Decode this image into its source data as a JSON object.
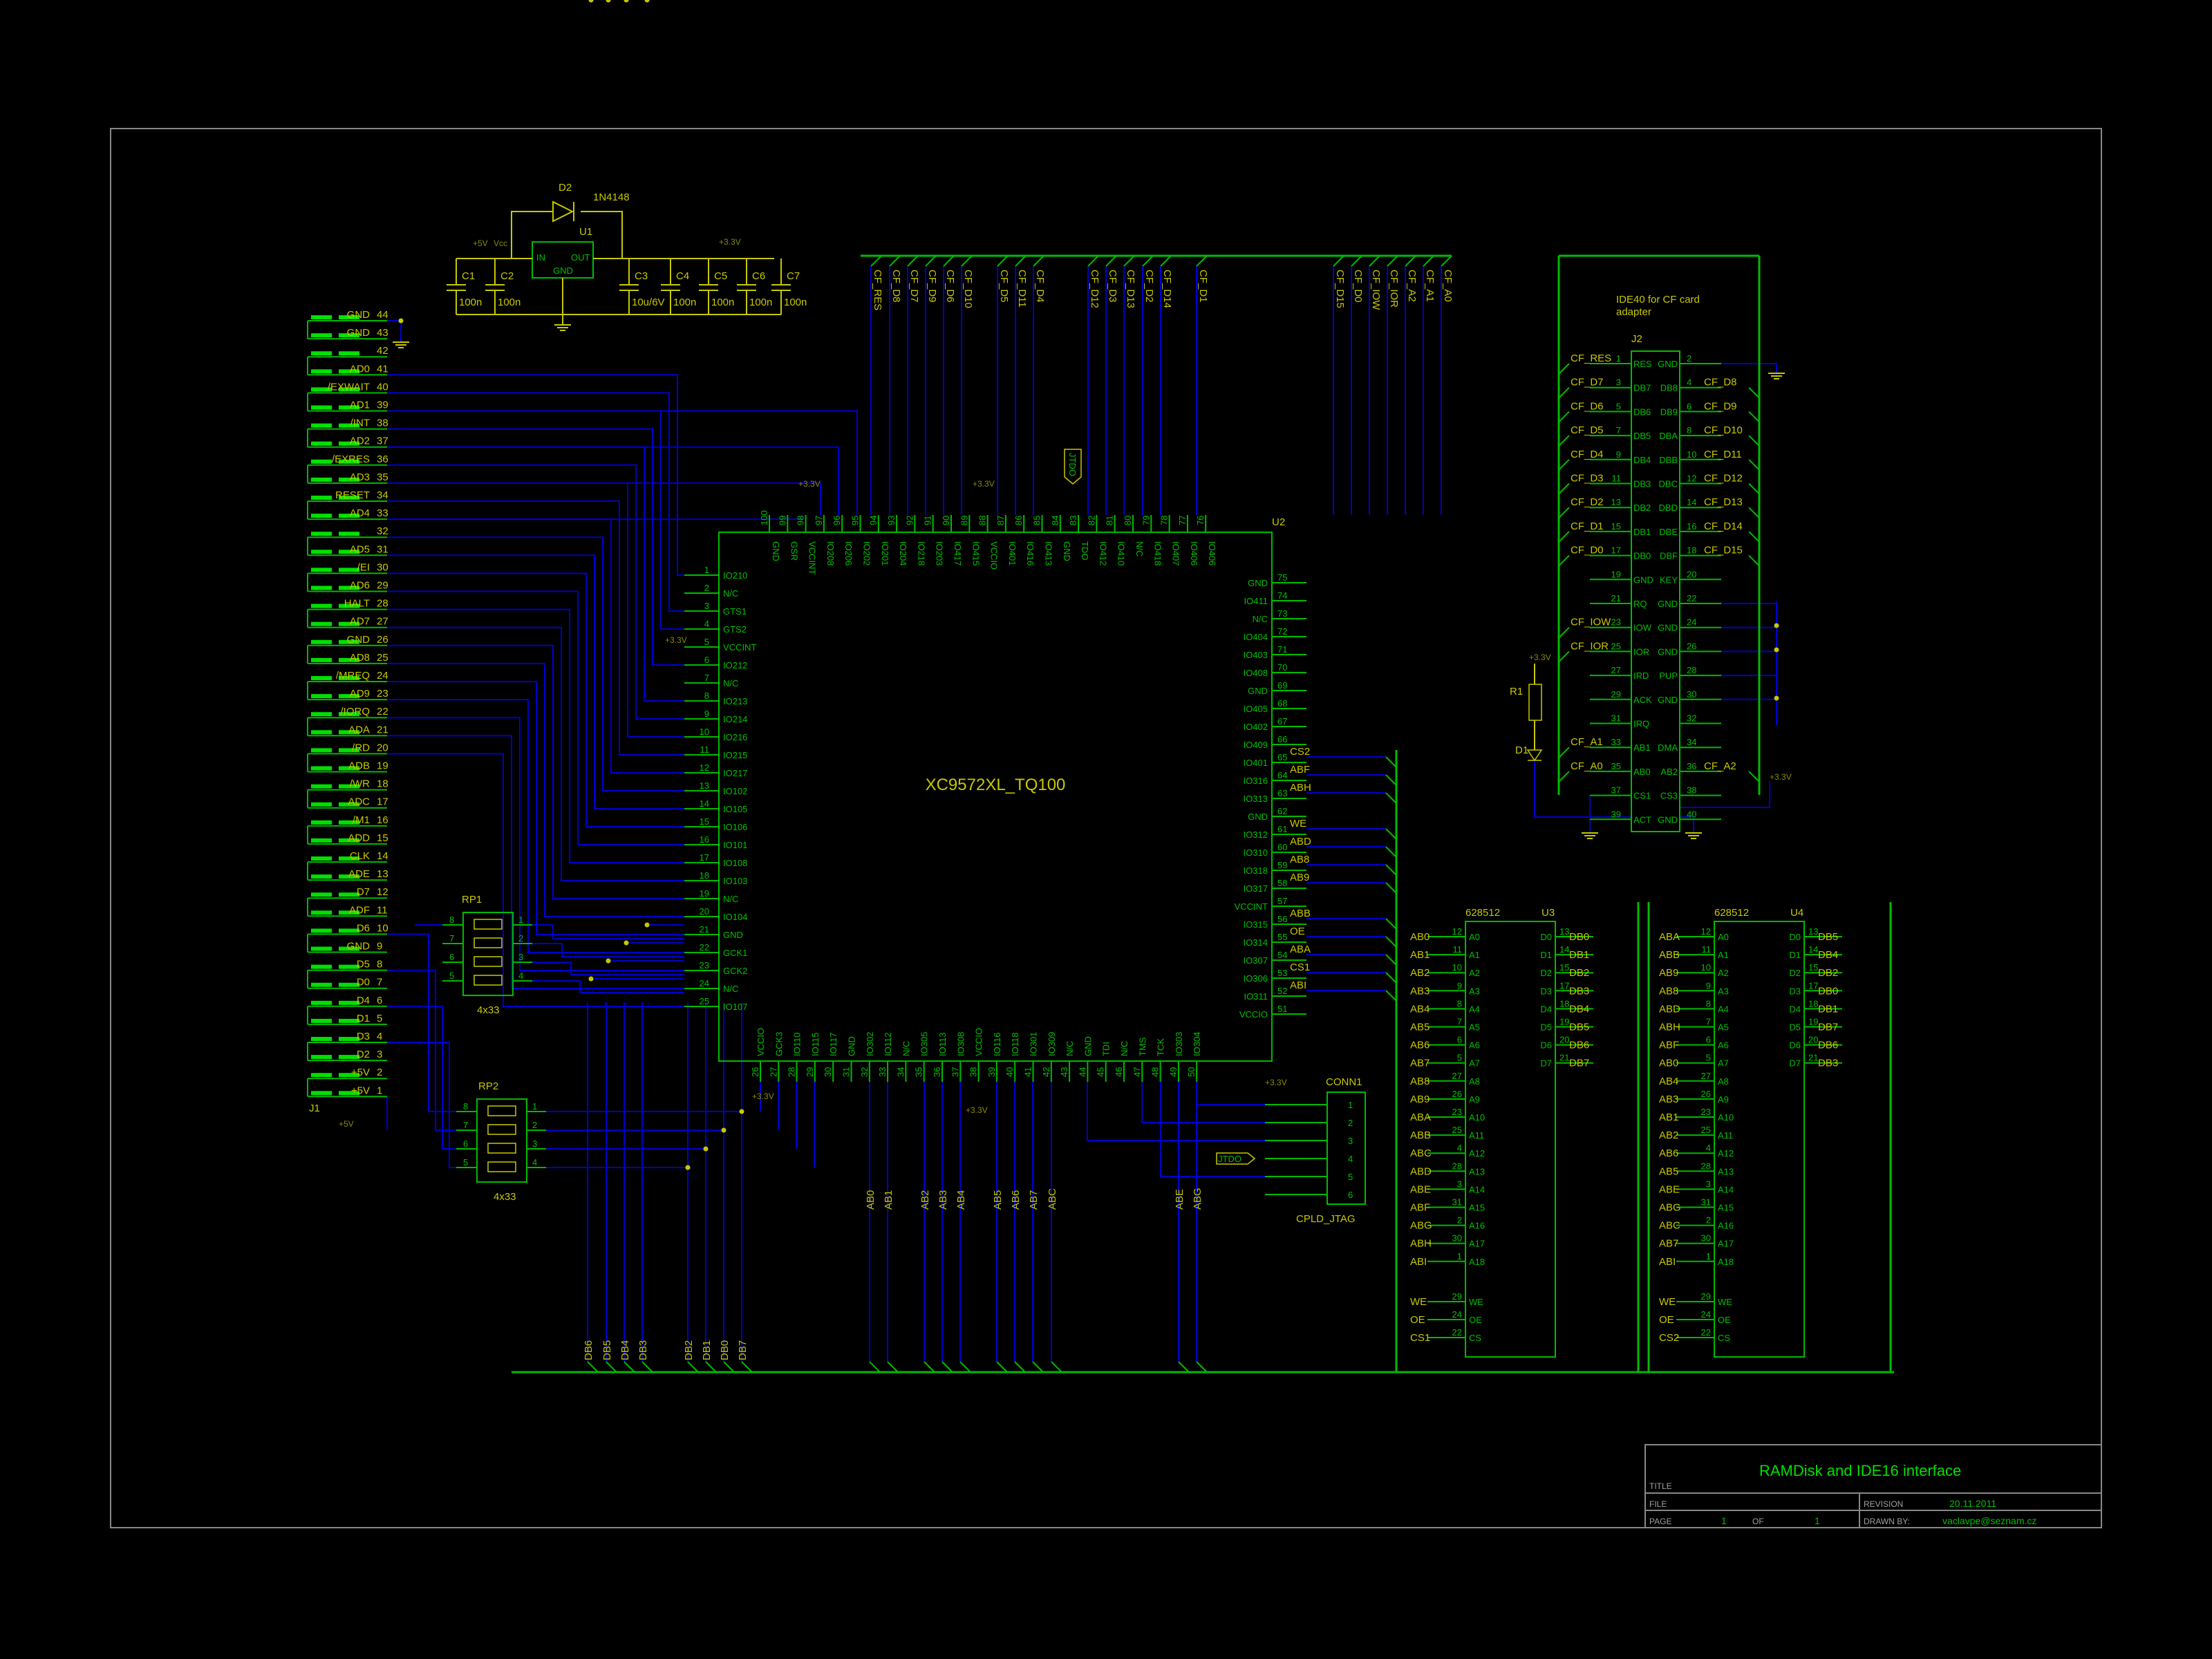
{
  "colors": {
    "wire": "#0000cc",
    "body": "#00bb00",
    "text": "#c8c800",
    "pin_text": "#00c000",
    "background": "#000000"
  },
  "u2": {
    "ref": "U2",
    "part": "XC9572XL_TQ100",
    "left": [
      [
        "1",
        "IO210"
      ],
      [
        "2",
        "N/C"
      ],
      [
        "3",
        "GTS1"
      ],
      [
        "4",
        "GTS2"
      ],
      [
        "5",
        "VCCINT"
      ],
      [
        "6",
        "IO212"
      ],
      [
        "7",
        "N/C"
      ],
      [
        "8",
        "IO213"
      ],
      [
        "9",
        "IO214"
      ],
      [
        "10",
        "IO216"
      ],
      [
        "11",
        "IO215"
      ],
      [
        "12",
        "IO217"
      ],
      [
        "13",
        "IO102"
      ],
      [
        "14",
        "IO105"
      ],
      [
        "15",
        "IO106"
      ],
      [
        "16",
        "IO101"
      ],
      [
        "17",
        "IO108"
      ],
      [
        "18",
        "IO103"
      ],
      [
        "19",
        "N/C"
      ],
      [
        "20",
        "IO104"
      ],
      [
        "21",
        "GND"
      ],
      [
        "22",
        "GCK1"
      ],
      [
        "23",
        "GCK2"
      ],
      [
        "24",
        "N/C"
      ],
      [
        "25",
        "IO107"
      ]
    ],
    "right": [
      [
        "75",
        "GND"
      ],
      [
        "74",
        "IO411"
      ],
      [
        "73",
        "N/C"
      ],
      [
        "72",
        "IO404"
      ],
      [
        "71",
        "IO403"
      ],
      [
        "70",
        "IO408"
      ],
      [
        "69",
        "GND"
      ],
      [
        "68",
        "IO405"
      ],
      [
        "67",
        "IO402"
      ],
      [
        "66",
        "IO409"
      ],
      [
        "65",
        "IO401"
      ],
      [
        "64",
        "IO316"
      ],
      [
        "63",
        "IO313"
      ],
      [
        "62",
        "GND"
      ],
      [
        "61",
        "IO312"
      ],
      [
        "60",
        "IO310"
      ],
      [
        "59",
        "IO318"
      ],
      [
        "58",
        "IO317"
      ],
      [
        "57",
        "VCCINT"
      ],
      [
        "56",
        "IO315"
      ],
      [
        "55",
        "IO314"
      ],
      [
        "54",
        "IO307"
      ],
      [
        "53",
        "IO306"
      ],
      [
        "52",
        "IO311"
      ],
      [
        "51",
        "VCCIO"
      ]
    ],
    "top": [
      [
        "100",
        "GND"
      ],
      [
        "99",
        "GSR"
      ],
      [
        "98",
        "VCCINT"
      ],
      [
        "97",
        "IO208"
      ],
      [
        "96",
        "IO206"
      ],
      [
        "95",
        "IO202"
      ],
      [
        "94",
        "IO201"
      ],
      [
        "93",
        "IO204"
      ],
      [
        "92",
        "IO218"
      ],
      [
        "91",
        "IO203"
      ],
      [
        "90",
        "IO417"
      ],
      [
        "89",
        "IO415"
      ],
      [
        "88",
        "VCCIO"
      ],
      [
        "87",
        "IO401"
      ],
      [
        "86",
        "IO416"
      ],
      [
        "85",
        "IO413"
      ],
      [
        "84",
        "GND"
      ],
      [
        "83",
        "TDO"
      ],
      [
        "82",
        "IO412"
      ],
      [
        "81",
        "IO410"
      ],
      [
        "80",
        "N/C"
      ],
      [
        "79",
        "IO418"
      ],
      [
        "78",
        "IO407"
      ],
      [
        "77",
        "IO406"
      ],
      [
        "76",
        "IO406"
      ]
    ],
    "bottom": [
      [
        "26",
        "VCCIO"
      ],
      [
        "27",
        "GCK3"
      ],
      [
        "28",
        "IO110"
      ],
      [
        "29",
        "IO115"
      ],
      [
        "30",
        "IO117"
      ],
      [
        "31",
        "GND"
      ],
      [
        "32",
        "IO302"
      ],
      [
        "33",
        "IO112"
      ],
      [
        "34",
        "N/C"
      ],
      [
        "35",
        "IO305"
      ],
      [
        "36",
        "IO113"
      ],
      [
        "37",
        "IO308"
      ],
      [
        "38",
        "VCCIO"
      ],
      [
        "39",
        "IO116"
      ],
      [
        "40",
        "IO118"
      ],
      [
        "41",
        "IO301"
      ],
      [
        "42",
        "IO309"
      ],
      [
        "43",
        "N/C"
      ],
      [
        "44",
        "GND"
      ],
      [
        "45",
        "TDI"
      ],
      [
        "46",
        "N/C"
      ],
      [
        "47",
        "TMS"
      ],
      [
        "48",
        "TCK"
      ],
      [
        "49",
        "IO303"
      ],
      [
        "50",
        "IO304"
      ]
    ]
  },
  "top_signals": [
    "CF_RES",
    "CF_D8",
    "CF_D7",
    "CF_D9",
    "CF_D6",
    "CF_D10",
    "CF_D5",
    "CF_D11",
    "CF_D4",
    "CF_D12",
    "CF_D3",
    "CF_D13",
    "CF_D2",
    "CF_D14",
    "CF_D1",
    "CF_D15",
    "CF_D0",
    "CF_IOW",
    "CF_IOR",
    "CF_A2",
    "CF_A1",
    "CF_A0"
  ],
  "right_signals": [
    "CS2",
    "ABF",
    "ABH",
    "WE",
    "ABD",
    "AB8",
    "AB9",
    "ABB",
    "OE",
    "ABA",
    "CS1",
    "ABI"
  ],
  "bottom_signals": [
    "AB0",
    "AB1",
    "AB2",
    "AB3",
    "AB4",
    "AB5",
    "AB6",
    "AB7",
    "ABC",
    "ABE",
    "ABG"
  ],
  "db_signals": [
    "DB6",
    "DB5",
    "DB4",
    "DB3",
    "DB2",
    "DB1",
    "DB0",
    "DB7"
  ],
  "j1": {
    "ref": "J1",
    "pins": [
      [
        "GND",
        "44"
      ],
      [
        "GND",
        "43"
      ],
      [
        "",
        "42"
      ],
      [
        "AD0",
        "41"
      ],
      [
        "/EXWAIT",
        "40"
      ],
      [
        "AD1",
        "39"
      ],
      [
        "/INT",
        "38"
      ],
      [
        "AD2",
        "37"
      ],
      [
        "/EXRES",
        "36"
      ],
      [
        "AD3",
        "35"
      ],
      [
        "RESET",
        "34"
      ],
      [
        "AD4",
        "33"
      ],
      [
        "",
        "32"
      ],
      [
        "AD5",
        "31"
      ],
      [
        "/EI",
        "30"
      ],
      [
        "AD6",
        "29"
      ],
      [
        "HALT",
        "28"
      ],
      [
        "AD7",
        "27"
      ],
      [
        "GND",
        "26"
      ],
      [
        "AD8",
        "25"
      ],
      [
        "/MREQ",
        "24"
      ],
      [
        "AD9",
        "23"
      ],
      [
        "/IORQ",
        "22"
      ],
      [
        "ADA",
        "21"
      ],
      [
        "/RD",
        "20"
      ],
      [
        "ADB",
        "19"
      ],
      [
        "/WR",
        "18"
      ],
      [
        "ADC",
        "17"
      ],
      [
        "/M1",
        "16"
      ],
      [
        "ADD",
        "15"
      ],
      [
        "CLK",
        "14"
      ],
      [
        "ADE",
        "13"
      ],
      [
        "D7",
        "12"
      ],
      [
        "ADF",
        "11"
      ],
      [
        "D6",
        "10"
      ],
      [
        "GND",
        "9"
      ],
      [
        "D5",
        "8"
      ],
      [
        "D0",
        "7"
      ],
      [
        "D4",
        "6"
      ],
      [
        "D1",
        "5"
      ],
      [
        "D3",
        "4"
      ],
      [
        "D2",
        "3"
      ],
      [
        "+5V",
        "2"
      ],
      [
        "+5V",
        "1"
      ]
    ]
  },
  "power": {
    "u1": "U1",
    "u1_in": "IN",
    "u1_out": "OUT",
    "u1_gnd": "GND",
    "d2": "D2",
    "d2_val": "1N4148",
    "vcc_5v": "+5V",
    "vcc": "Vcc",
    "v33": "+3.3V",
    "caps": [
      [
        "C1",
        "100n"
      ],
      [
        "C2",
        "100n"
      ],
      [
        "C3",
        "10u/6V"
      ],
      [
        "C4",
        "100n"
      ],
      [
        "C5",
        "100n"
      ],
      [
        "C6",
        "100n"
      ],
      [
        "C7",
        "100n"
      ]
    ]
  },
  "rp1": {
    "ref": "RP1",
    "val": "4x33"
  },
  "rp2": {
    "ref": "RP2",
    "val": "4x33"
  },
  "conn1": {
    "ref": "CONN1",
    "name": "CPLD_JTAG",
    "pins": [
      "1",
      "2",
      "3",
      "4",
      "5",
      "6"
    ]
  },
  "jtdo": "JTDO",
  "v33": "+3.3V",
  "v5": "+5V",
  "j2": {
    "ref": "J2",
    "note1": "IDE40 for CF card",
    "note2": "adapter",
    "left_sig": [
      "CF_RES",
      "CF_D7",
      "CF_D6",
      "CF_D5",
      "CF_D4",
      "CF_D3",
      "CF_D2",
      "CF_D1",
      "CF_D0",
      "",
      "",
      "CF_IOW",
      "CF_IOR",
      "",
      "",
      "",
      "CF_A1",
      "CF_A0",
      "",
      ""
    ],
    "rows": [
      [
        "1",
        "RES",
        "GND",
        "2"
      ],
      [
        "3",
        "DB7",
        "DB8",
        "4"
      ],
      [
        "5",
        "DB6",
        "DB9",
        "6"
      ],
      [
        "7",
        "DB5",
        "DBA",
        "8"
      ],
      [
        "9",
        "DB4",
        "DBB",
        "10"
      ],
      [
        "11",
        "DB3",
        "DBC",
        "12"
      ],
      [
        "13",
        "DB2",
        "DBD",
        "14"
      ],
      [
        "15",
        "DB1",
        "DBE",
        "16"
      ],
      [
        "17",
        "DB0",
        "DBF",
        "18"
      ],
      [
        "19",
        "GND",
        "KEY",
        "20"
      ],
      [
        "21",
        "RQ",
        "GND",
        "22"
      ],
      [
        "23",
        "IOW",
        "GND",
        "24"
      ],
      [
        "25",
        "IOR",
        "GND",
        "26"
      ],
      [
        "27",
        "IRD",
        "PUP",
        "28"
      ],
      [
        "29",
        "ACK",
        "GND",
        "30"
      ],
      [
        "31",
        "IRQ",
        "",
        "32"
      ],
      [
        "33",
        "AB1",
        "DMA",
        "34"
      ],
      [
        "35",
        "AB0",
        "AB2",
        "36"
      ],
      [
        "37",
        "CS1",
        "CS3",
        "38"
      ],
      [
        "39",
        "ACT",
        "GND",
        "40"
      ]
    ],
    "right_sig": [
      "",
      "CF_D8",
      "CF_D9",
      "CF_D10",
      "CF_D11",
      "CF_D12",
      "CF_D13",
      "CF_D14",
      "CF_D15",
      "",
      "",
      "",
      "",
      "",
      "",
      "",
      "",
      "CF_A2",
      "",
      ""
    ],
    "r1": "R1",
    "d1": "D1"
  },
  "u3": {
    "ref": "U3",
    "part": "628512",
    "addr": [
      [
        "AB0",
        "12",
        "A0"
      ],
      [
        "AB1",
        "11",
        "A1"
      ],
      [
        "AB2",
        "10",
        "A2"
      ],
      [
        "AB3",
        "9",
        "A3"
      ],
      [
        "AB4",
        "8",
        "A4"
      ],
      [
        "AB5",
        "7",
        "A5"
      ],
      [
        "AB6",
        "6",
        "A6"
      ],
      [
        "AB7",
        "5",
        "A7"
      ],
      [
        "AB8",
        "27",
        "A8"
      ],
      [
        "AB9",
        "26",
        "A9"
      ],
      [
        "ABA",
        "23",
        "A10"
      ],
      [
        "ABB",
        "25",
        "A11"
      ],
      [
        "ABC",
        "4",
        "A12"
      ],
      [
        "ABD",
        "28",
        "A13"
      ],
      [
        "ABE",
        "3",
        "A14"
      ],
      [
        "ABF",
        "31",
        "A15"
      ],
      [
        "ABG",
        "2",
        "A16"
      ],
      [
        "ABH",
        "30",
        "A17"
      ],
      [
        "ABI",
        "1",
        "A18"
      ]
    ],
    "data": [
      [
        "D0",
        "13",
        "DB0"
      ],
      [
        "D1",
        "14",
        "DB1"
      ],
      [
        "D2",
        "15",
        "DB2"
      ],
      [
        "D3",
        "17",
        "DB3"
      ],
      [
        "D4",
        "18",
        "DB4"
      ],
      [
        "D5",
        "19",
        "DB5"
      ],
      [
        "D6",
        "20",
        "DB6"
      ],
      [
        "D7",
        "21",
        "DB7"
      ]
    ],
    "ctrl": [
      [
        "WE",
        "29",
        "WE"
      ],
      [
        "OE",
        "24",
        "OE"
      ],
      [
        "CS1",
        "22",
        "CS"
      ]
    ]
  },
  "u4": {
    "ref": "U4",
    "part": "628512",
    "addr": [
      [
        "ABA",
        "12",
        "A0"
      ],
      [
        "ABB",
        "11",
        "A1"
      ],
      [
        "AB9",
        "10",
        "A2"
      ],
      [
        "AB8",
        "9",
        "A3"
      ],
      [
        "ABD",
        "8",
        "A4"
      ],
      [
        "ABH",
        "7",
        "A5"
      ],
      [
        "ABF",
        "6",
        "A6"
      ],
      [
        "AB0",
        "5",
        "A7"
      ],
      [
        "AB4",
        "27",
        "A8"
      ],
      [
        "AB3",
        "26",
        "A9"
      ],
      [
        "AB1",
        "23",
        "A10"
      ],
      [
        "AB2",
        "25",
        "A11"
      ],
      [
        "AB6",
        "4",
        "A12"
      ],
      [
        "AB5",
        "28",
        "A13"
      ],
      [
        "ABE",
        "3",
        "A14"
      ],
      [
        "ABG",
        "31",
        "A15"
      ],
      [
        "ABC",
        "2",
        "A16"
      ],
      [
        "AB7",
        "30",
        "A17"
      ],
      [
        "ABI",
        "1",
        "A18"
      ]
    ],
    "data": [
      [
        "D0",
        "13",
        "DB5"
      ],
      [
        "D1",
        "14",
        "DB4"
      ],
      [
        "D2",
        "15",
        "DB2"
      ],
      [
        "D3",
        "17",
        "DB0"
      ],
      [
        "D4",
        "18",
        "DB1"
      ],
      [
        "D5",
        "19",
        "DB7"
      ],
      [
        "D6",
        "20",
        "DB6"
      ],
      [
        "D7",
        "21",
        "DB3"
      ]
    ],
    "ctrl": [
      [
        "WE",
        "29",
        "WE"
      ],
      [
        "OE",
        "24",
        "OE"
      ],
      [
        "CS2",
        "22",
        "CS"
      ]
    ]
  },
  "titleblock": {
    "title": "RAMDisk and IDE16 interface",
    "title_lbl": "TITLE",
    "file_lbl": "FILE",
    "page_lbl": "PAGE",
    "page": "1",
    "of_lbl": "OF",
    "of": "1",
    "revision_lbl": "REVISION",
    "revision": "20.11.2011",
    "drawn_lbl": "DRAWN BY:",
    "drawn": "vaclavpe@seznam.cz"
  }
}
